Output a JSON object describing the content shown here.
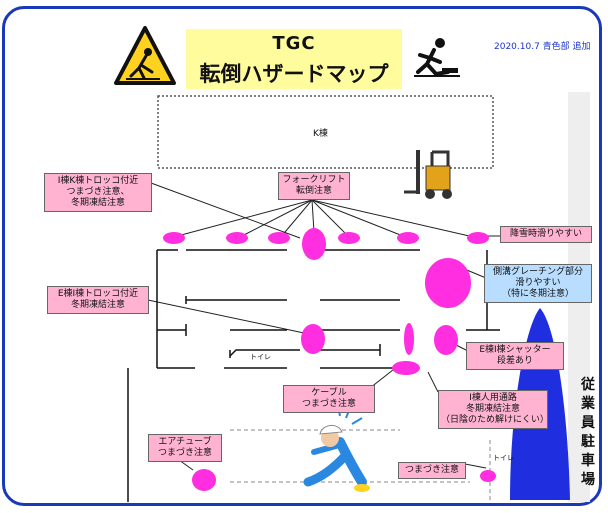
{
  "header": {
    "title": "TGC",
    "subtitle": "転倒ハザードマップ",
    "date_note": "2020.10.7 青色部 追加"
  },
  "map": {
    "building_k": "K棟",
    "toilet_1": "トイレ",
    "toilet_2": "トイレ",
    "parking": "従\n業\n員\n駐\n車\n場"
  },
  "callouts": {
    "k_trolley": "I棟K棟トロッコ付近\nつまづき注意、\n冬期凍結注意",
    "forklift": "フォークリフト\n転倒注意",
    "snow": "降雪時滑りやすい",
    "gutter": "側溝グレーチング部分\n滑りやすい\n（特に冬期注意）",
    "e_trolley": "E棟I棟トロッコ付近\n冬期凍結注意",
    "shutter": "E棟I棟シャッター\n段差あり",
    "cable": "ケーブル\nつまづき注意",
    "i_passage": "I棟人用通路\n冬期凍結注意\n（日陰のため解けにくい）",
    "air_tube": "エアチューブ\nつまづき注意",
    "trip": "つまづき注意"
  },
  "colors": {
    "frame": "#1a39b8",
    "hazard": "#ff2ee0",
    "callout": "#ffb3d1",
    "callout_new": "#b9ddff",
    "new_area": "#1f2fe0",
    "title_bg": "#fffc9e",
    "date_text": "#1c35c9"
  },
  "icons": [
    "slip-warning-icon",
    "trip-person-icon",
    "forklift-icon",
    "falling-worker-icon"
  ]
}
